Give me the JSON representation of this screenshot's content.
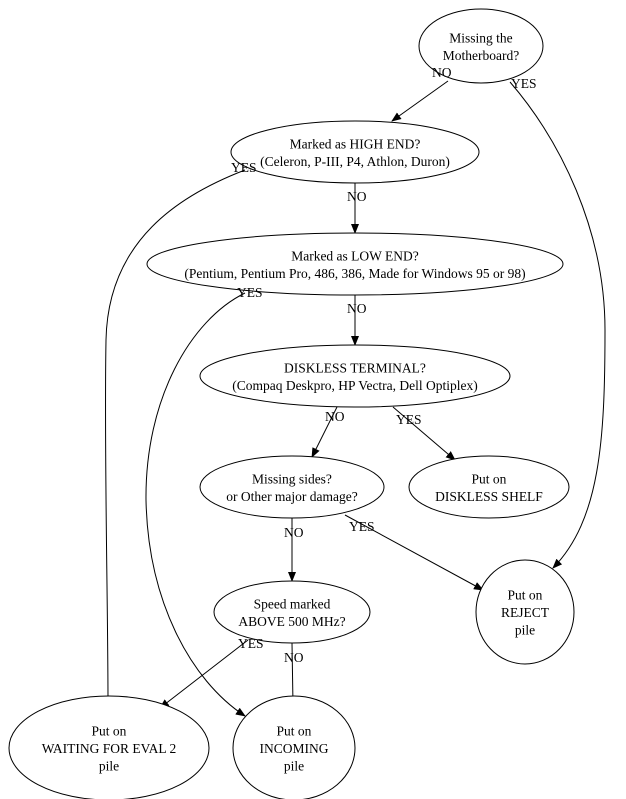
{
  "nodes": {
    "motherboard": {
      "lines": [
        "Missing the",
        "Motherboard?"
      ]
    },
    "high_end": {
      "lines": [
        "Marked as HIGH END?",
        "(Celeron, P-III, P4, Athlon, Duron)"
      ]
    },
    "low_end": {
      "lines": [
        "Marked as LOW END?",
        "(Pentium, Pentium Pro, 486, 386, Made for Windows 95 or 98)"
      ]
    },
    "diskless": {
      "lines": [
        "DISKLESS TERMINAL?",
        "(Compaq Deskpro, HP Vectra, Dell Optiplex)"
      ]
    },
    "damage": {
      "lines": [
        "Missing sides?",
        "or Other major damage?"
      ]
    },
    "diskless_shelf": {
      "lines": [
        "Put on",
        "DISKLESS SHELF"
      ]
    },
    "speed": {
      "lines": [
        "Speed marked",
        "ABOVE 500 MHz?"
      ]
    },
    "reject": {
      "lines": [
        "Put on",
        "REJECT",
        "pile"
      ]
    },
    "waiting": {
      "lines": [
        "Put on",
        "WAITING FOR EVAL 2",
        "pile"
      ]
    },
    "incoming": {
      "lines": [
        "Put on",
        "INCOMING",
        "pile"
      ]
    }
  },
  "edges": [
    {
      "from": "motherboard",
      "to": "high_end",
      "label": "NO"
    },
    {
      "from": "motherboard",
      "to": "reject",
      "label": "YES"
    },
    {
      "from": "high_end",
      "to": "low_end",
      "label": "NO"
    },
    {
      "from": "high_end",
      "to": "waiting",
      "label": "YES"
    },
    {
      "from": "low_end",
      "to": "diskless",
      "label": "NO"
    },
    {
      "from": "low_end",
      "to": "incoming",
      "label": "YES"
    },
    {
      "from": "diskless",
      "to": "damage",
      "label": "NO"
    },
    {
      "from": "diskless",
      "to": "diskless_shelf",
      "label": "YES"
    },
    {
      "from": "damage",
      "to": "speed",
      "label": "NO"
    },
    {
      "from": "damage",
      "to": "reject",
      "label": "YES"
    },
    {
      "from": "speed",
      "to": "waiting",
      "label": "YES"
    },
    {
      "from": "speed",
      "to": "incoming",
      "label": "NO"
    }
  ]
}
